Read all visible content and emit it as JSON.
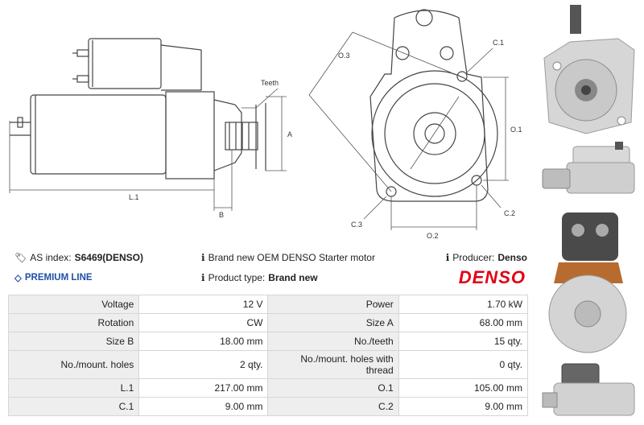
{
  "drawing": {
    "labels": {
      "teeth": "Teeth",
      "a": "A",
      "b": "B",
      "l1": "L.1",
      "o1": "O.1",
      "o2": "O.2",
      "o3": "O.3",
      "c1": "C.1",
      "c2": "C.2",
      "c3": "C.3"
    }
  },
  "info": {
    "as_index_label": "AS index:",
    "as_index_value": "S6469(DENSO)",
    "premium": "PREMIUM LINE",
    "description": "Brand new OEM DENSO Starter motor",
    "product_type_label": "Product type:",
    "product_type_value": "Brand new",
    "producer_label": "Producer:",
    "producer_value": "Denso",
    "brand_logo": "DENSO"
  },
  "specs": [
    {
      "label1": "Voltage",
      "value1": "12 V",
      "label2": "Power",
      "value2": "1.70 kW"
    },
    {
      "label1": "Rotation",
      "value1": "CW",
      "label2": "Size A",
      "value2": "68.00 mm"
    },
    {
      "label1": "Size B",
      "value1": "18.00 mm",
      "label2": "No./teeth",
      "value2": "15 qty."
    },
    {
      "label1": "No./mount. holes",
      "value1": "2 qty.",
      "label2": "No./mount. holes with thread",
      "value2": "0 qty."
    },
    {
      "label1": "L.1",
      "value1": "217.00 mm",
      "label2": "O.1",
      "value2": "105.00 mm"
    },
    {
      "label1": "C.1",
      "value1": "9.00 mm",
      "label2": "C.2",
      "value2": "9.00 mm"
    }
  ],
  "colors": {
    "accent": "#1f4fa8",
    "brand": "#e10014",
    "label_bg": "#eeeeee"
  }
}
